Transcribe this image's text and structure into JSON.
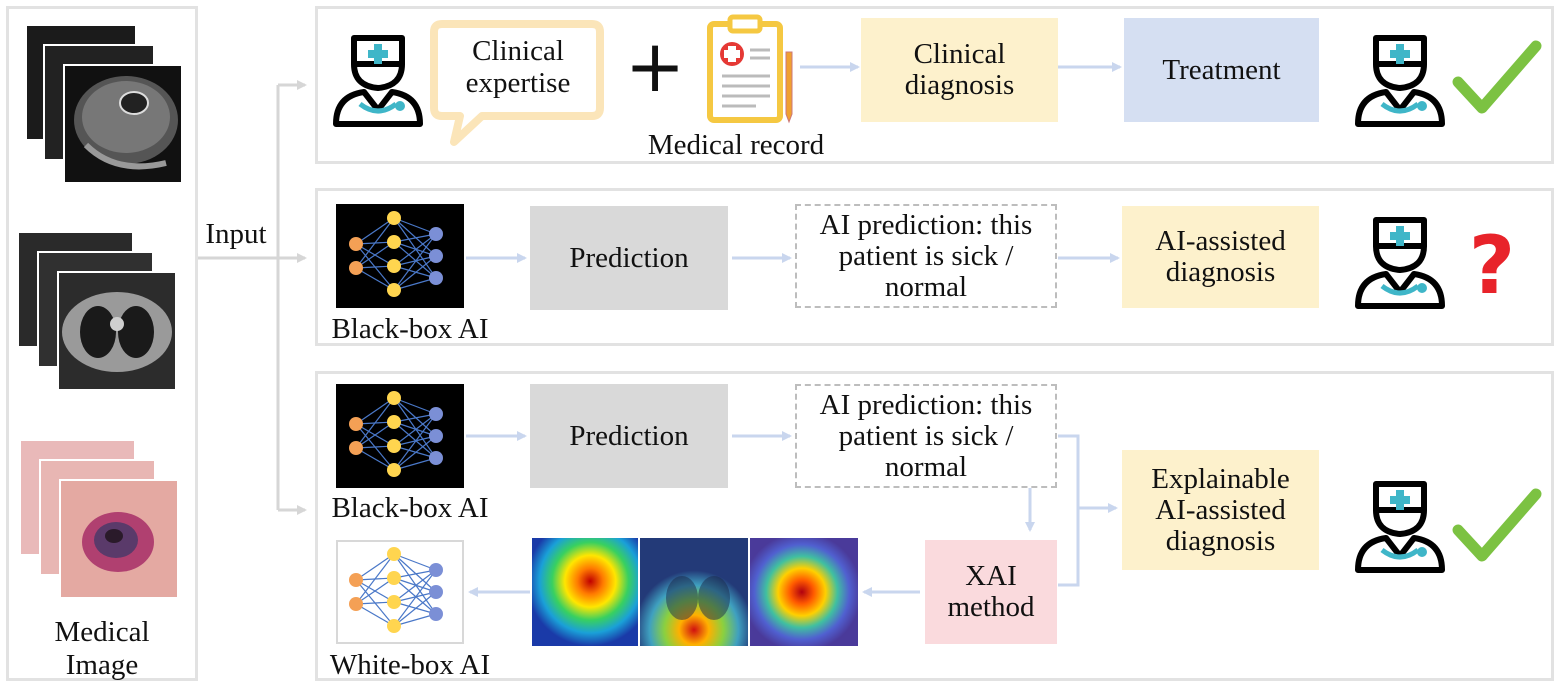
{
  "left_panel": {
    "caption_line1": "Medical",
    "caption_line2": "Image",
    "input_label": "Input"
  },
  "row1": {
    "bubble_line1": "Clinical",
    "bubble_line2": "expertise",
    "plus": "+",
    "record_label": "Medical record",
    "diagnosis_line1": "Clinical",
    "diagnosis_line2": "diagnosis",
    "treatment": "Treatment"
  },
  "row2": {
    "model_label": "Black-box AI",
    "prediction": "Prediction",
    "ai_pred_line1": "AI prediction: this",
    "ai_pred_line2": "patient is sick /",
    "ai_pred_line3": "normal",
    "assisted_line1": "AI-assisted",
    "assisted_line2": "diagnosis",
    "question": "?"
  },
  "row3": {
    "model_label": "Black-box AI",
    "prediction": "Prediction",
    "ai_pred_line1": "AI prediction: this",
    "ai_pred_line2": "patient is sick /",
    "ai_pred_line3": "normal",
    "xai_line1": "XAI",
    "xai_line2": "method",
    "explainable_line1": "Explainable",
    "explainable_line2": "AI-assisted",
    "explainable_line3": "diagnosis",
    "whitebox_label": "White-box AI"
  },
  "colors": {
    "panel_border": "#e2e2e2",
    "arrow": "#c9d6ee",
    "yellow_box": "#fdf1cc",
    "blue_box": "#d5dff2",
    "gray_box": "#d9d9d9",
    "pink_box": "#fadadd",
    "check": "#7cc242",
    "question": "#e8232a",
    "node_orange": "#f4a055",
    "node_yellow": "#ffd54f",
    "node_blue": "#7b8fd6"
  }
}
